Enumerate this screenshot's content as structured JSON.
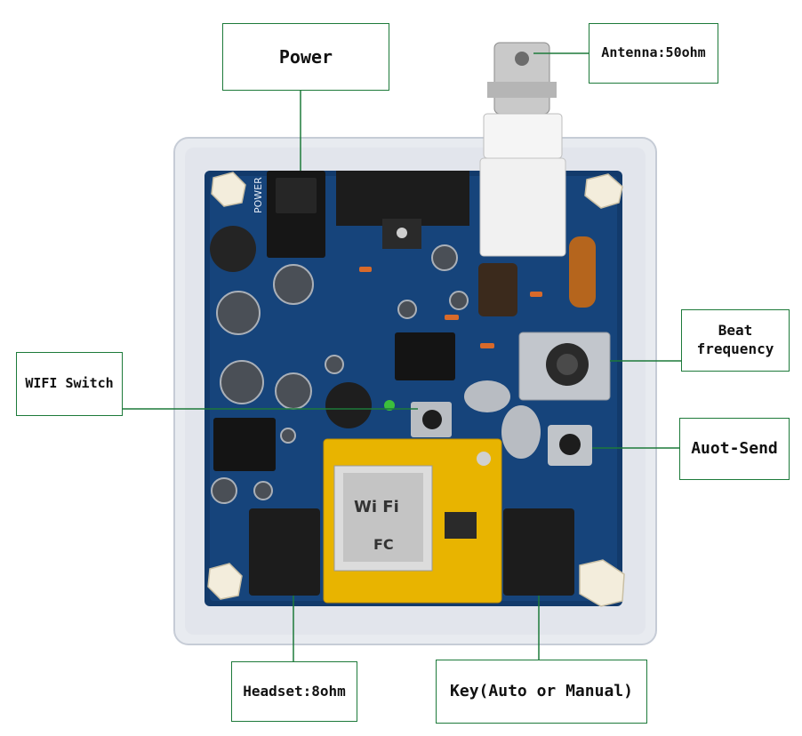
{
  "labels": {
    "power": "Power",
    "antenna": "Antenna:50ohm",
    "beat_line1": "Beat",
    "beat_line2": "frequency",
    "wifi_switch": "WIFI Switch",
    "auto_send": "Auot-Send",
    "headset": "Headset:8ohm",
    "key": "Key(Auto or Manual)"
  },
  "board_markings": {
    "power_silk": "POWER",
    "wifi_module_text": "Wi Fi",
    "fcc_text": "FC"
  },
  "colors": {
    "pcb": "#123a6b",
    "pcb_dark": "#0c2b52",
    "enclosure": "#e6e9ee",
    "leader_line": "#1d7a3a",
    "wifi_board": "#e8b400",
    "text": "#111111"
  }
}
